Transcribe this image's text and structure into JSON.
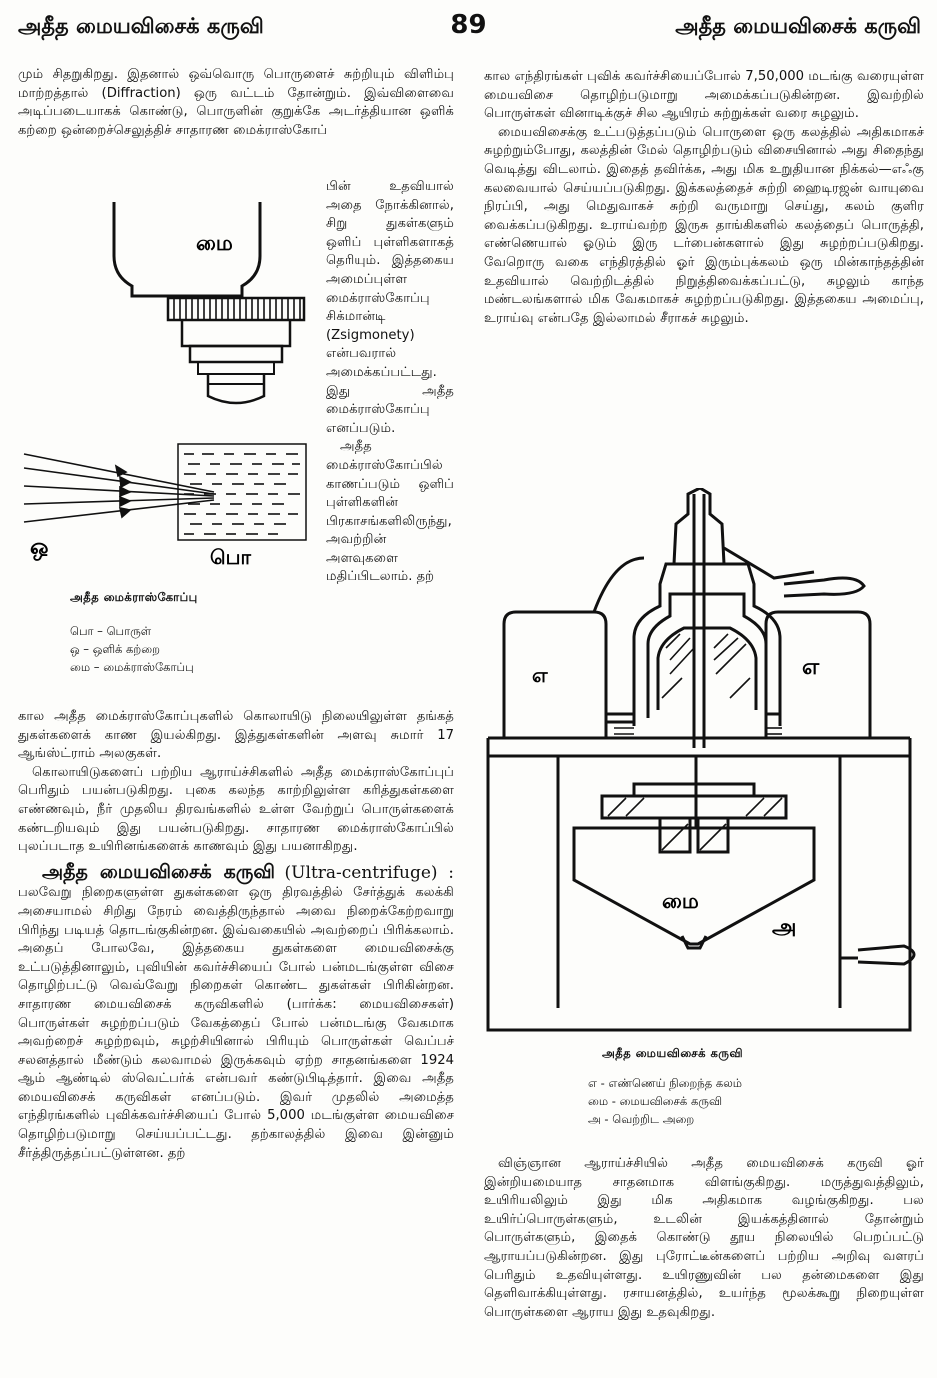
{
  "header": {
    "left_title": "அதீத மையவிசைக் கருவி",
    "page_number": "89",
    "right_title": "அதீத மையவிசைக் கருவி"
  },
  "left_column": {
    "intro_paragraph": "மும் சிதறுகிறது. இதனால் ஒவ்வொரு பொருளைச் சுற்றியும் விளிம்பு மாற்றத்தால் (Diffraction) ஒரு வட்டம் தோன்றும். இவ்விளைவை அடிப்படையாகக் கொண்டு, பொருளின் குறுக்கே அடர்த்தியான ஒளிக் கற்றை ஒன்றைச்செலுத்திச் சாதாரண மைக்ராஸ்கோப்",
    "narrow_paragraph_1": "பின் உதவியால் அதை நோக்கினால், சிறு துகள்களும் ஒளிப் புள்ளிகளாகத் தெரியும். இத்தகைய அமைப்புள்ள மைக்ராஸ்கோப்பு சிக்மான்டி (Zsigmonety) என்பவரால் அமைக்கப்பட்டது. இது அதீத மைக்ராஸ்கோப்பு எனப்படும்.",
    "narrow_paragraph_2": "அதீத மைக்ராஸ்கோப்பில் காணப்படும் ஒளிப் புள்ளிகளின் பிரகாசங்களிலிருந்து, அவற்றின் அளவுகளை மதிப்பிடலாம். தற்",
    "continuation_paragraph": "கால அதீத மைக்ராஸ்கோப்புகளில் கொலாயிடு நிலையிலுள்ள தங்கத் துகள்களைக் காண இயல்கிறது. இத்துகள்களின் அளவு சுமார் 17 ஆங்ஸ்ட்ராம் அலகுகள்.",
    "colloid_paragraph": "கொலாயிடுகளைப் பற்றிய ஆராய்ச்சிகளில் அதீத மைக்ராஸ்கோப்புப் பெரிதும் பயன்படுகிறது. புகை கலந்த காற்றிலுள்ள கரித்துகள்களை எண்ணவும், நீர் முதலிய திரவங்களில் உள்ள வேற்றுப் பொருள்களைக் கண்டறியவும் இது பயன்படுகிறது. சாதாரண மைக்ராஸ்கோப்பில் புலப்படாத உயிரினங்களைக் காணவும் இது பயனாகிறது.",
    "heading": "அதீத மையவிசைக் கருவி",
    "heading_latin": "(Ultra-centrifuge) :",
    "ultracentrifuge_paragraph": "பலவேறு நிறைகளுள்ள துகள்களை ஒரு திரவத்தில் சேர்த்துக் கலக்கி அசையாமல் சிறிது நேரம் வைத்திருந்தால் அவை நிறைக்கேற்றவாறு பிரிந்து படியத் தொடங்குகின்றன. இவ்வகையில் அவற்றைப் பிரிக்கலாம். அதைப் போலவே, இத்தகைய துகள்களை மையவிசைக்கு உட்படுத்தினாலும், புவியின் கவர்ச்சியைப் போல் பன்மடங்குள்ள விசை தொழிற்பட்டு வெவ்வேறு நிறைகள் கொண்ட துகள்கள் பிரிகின்றன. சாதாரண மையவிசைக் கருவிகளில் (பார்க்க: மையவிசைகள்) பொருள்கள் சுழற்றப்படும் வேகத்தைப் போல் பன்மடங்கு வேகமாக அவற்றைச் சுழற்றவும், சுழற்சியினால் பிரியும் பொருள்கள் வெப்பச் சலனத்தால் மீண்டும் கலவாமல் இருக்கவும் ஏற்ற சாதனங்களை 1924 ஆம் ஆண்டில் ஸ்வெட்பர்க் என்பவர் கண்டுபிடித்தார். இவை அதீத மையவிசைக் கருவிகள் எனப்படும். இவர் முதலில் அமைத்த எந்திரங்களில் புவிக்கவர்ச்சியைப் போல் 5,000 மடங்குள்ள மையவிசை தொழிற்படுமாறு செய்யப்பட்டது. தற்காலத்தில் இவை இன்னும் சீர்த்திருத்தப்பட்டுள்ளன. தற்"
  },
  "figure_microscope": {
    "label_mai": "மை",
    "label_o": "ஒ",
    "label_po": "பொ",
    "title": "அதீத மைக்ராஸ்கோப்பு",
    "legend": [
      "பொ – பொருள்",
      "ஒ – ஒளிக் கற்றை",
      "மை – மைக்ராஸ்கோப்பு"
    ]
  },
  "right_column": {
    "continuation_paragraph": "கால எந்திரங்கள் புவிக் கவர்ச்சியைப்போல் 7,50,000 மடங்கு வரையுள்ள மையவிசை தொழிற்படுமாறு அமைக்கப்படுகின்றன. இவற்றில் பொருள்கள் வினாடிக்குச் சில ஆயிரம் சுற்றுக்கள் வரை சுழலும்.",
    "vessel_paragraph": "மையவிசைக்கு உட்படுத்தப்படும் பொருளை ஒரு கலத்தில் அதிகமாகச் சுழற்றும்போது, கலத்தின் மேல் தொழிற்படும் விசையினால் அது சிதைந்து வெடித்து விடலாம். இதைத் தவிர்க்க, அது மிக உறுதியான நிக்கல்—எஃகு கலவையால் செய்யப்படுகிறது. இக்கலத்தைச் சுற்றி ஹைடிரஜன் வாயுவை நிரப்பி, அது மெதுவாகச் சுற்றி வருமாறு செய்து, கலம் குளிர வைக்கப்படுகிறது. உராய்வற்ற இருசு தாங்கிகளில் கலத்தைப் பொருத்தி, எண்ணெயால் ஓடும் இரு டர்பைன்களால் இது சுழற்றப்படுகிறது. வேறொரு வகை எந்திரத்தில் ஓர் இரும்புக்கலம் ஒரு மின்காந்தத்தின் உதவியால் வெற்றிடத்தில் நிறுத்திவைக்கப்பட்டு, சுழலும் காந்த மண்டலங்களால் மிக வேகமாகச் சுழற்றப்படுகிறது. இத்தகைய அமைப்பு, உராய்வு என்பதே இல்லாமல் சீராகச் சுழலும்.",
    "research_paragraph": "விஞ்ஞான ஆராய்ச்சியில் அதீத மையவிசைக் கருவி ஓர் இன்றியமையாத சாதனமாக விளங்குகிறது. மருத்துவத்திலும், உயிரியலிலும் இது மிக அதிகமாக வழங்குகிறது. பல உயிர்ப்பொருள்களும், உடலின் இயக்கத்தினால் தோன்றும் பொருள்களும், இதைக் கொண்டு தூய நிலையில் பெறப்பட்டு ஆராயப்படுகின்றன. இது புரோட்டீன்களைப் பற்றிய அறிவு வளரப் பெரிதும் உதவியுள்ளது. உயிரணுவின் பல தன்மைகளை இது தெளிவாக்கியுள்ளது. ரசாயனத்தில், உயர்ந்த மூலக்கூறு நிறையுள்ள பொருள்களை ஆராய இது உதவுகிறது."
  },
  "figure_centrifuge": {
    "label_e_left": "எ",
    "label_e_right": "எ",
    "label_mai": "மை",
    "label_a": "அ",
    "title": "அதீத மையவிசைக் கருவி",
    "legend": [
      "எ - எண்ணெய் நிறைந்த கலம்",
      "மை - மையவிசைக் கருவி",
      "அ - வெற்றிட அறை"
    ]
  }
}
